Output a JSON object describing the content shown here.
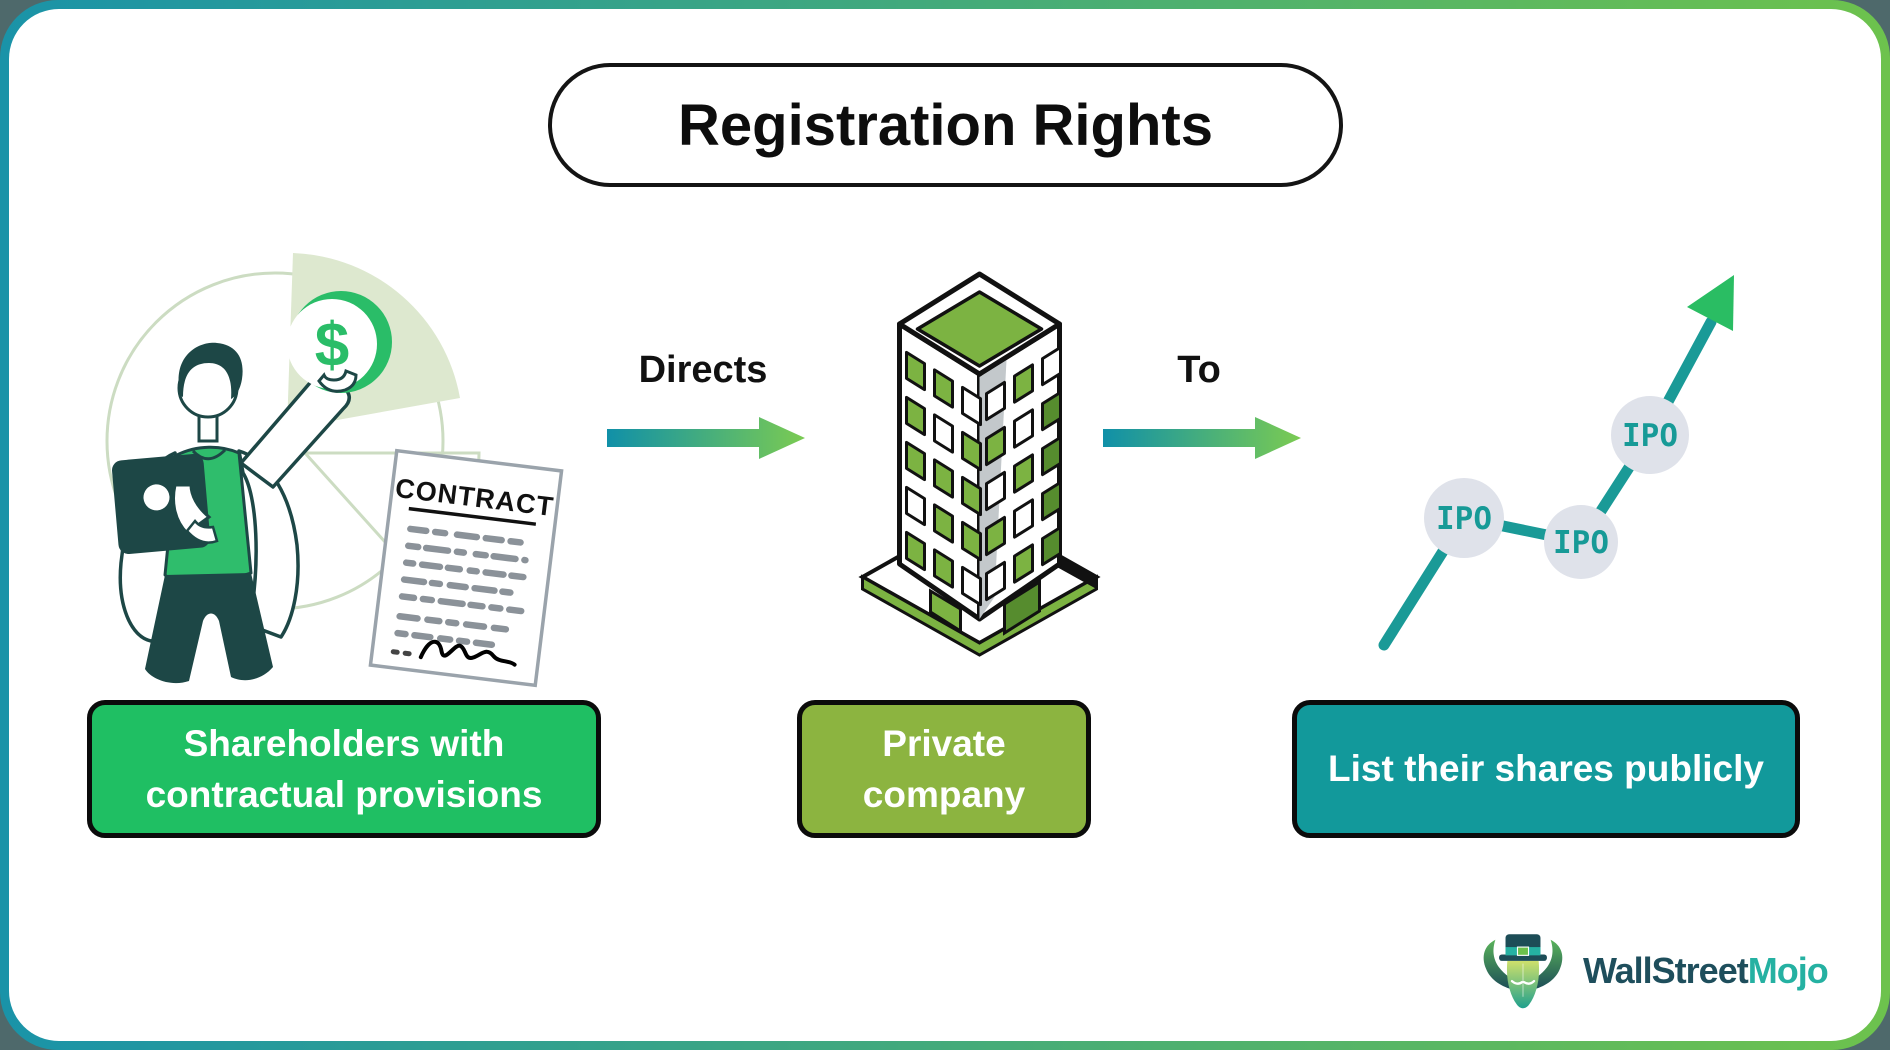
{
  "title": "Registration Rights",
  "flow": {
    "step1_label": "Directs",
    "step2_label": "To"
  },
  "boxes": [
    {
      "label": "Shareholders with contractual provisions",
      "color": "#1fbf63"
    },
    {
      "label": "Private company",
      "color": "#8cb440"
    },
    {
      "label": "List their shares publicly",
      "color": "#12999b"
    }
  ],
  "illustration": {
    "contract_title": "CONTRACT",
    "coin_symbol": "$",
    "ipo_labels": [
      "IPO",
      "IPO",
      "IPO"
    ]
  },
  "logo": {
    "text_primary": "WallStreet",
    "text_secondary": "Mojo",
    "primary_color": "#1e4e5c",
    "secondary_color": "#25b1a2"
  },
  "theme": {
    "outer_background": "#4e696b",
    "frame_gradient_start": "#1a93a8",
    "frame_gradient_end": "#6dc24d",
    "arrow_gradient_start": "#1090a8",
    "arrow_gradient_end": "#7bcb52",
    "chart_line_color": "#1a9a97",
    "chart_node_fill": "#dfe2ea",
    "chart_label_color": "#179a97",
    "chart_arrow_color": "#2abd63"
  }
}
